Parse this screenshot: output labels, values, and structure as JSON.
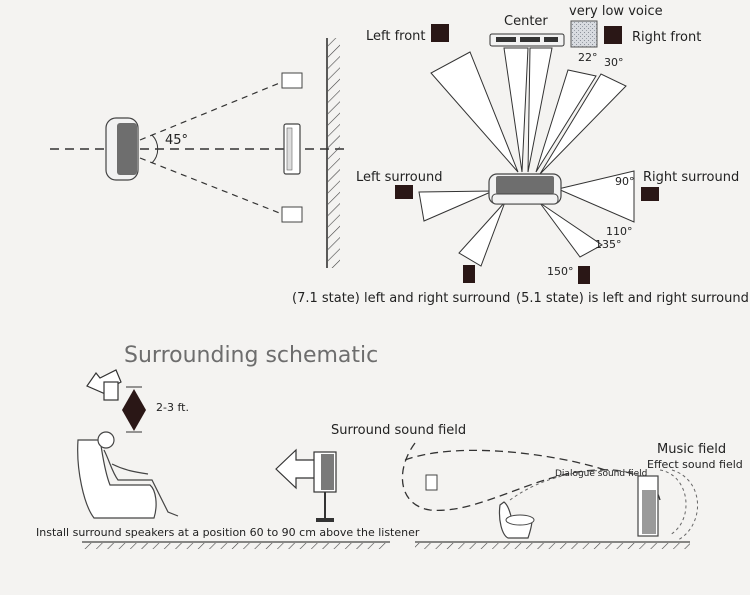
{
  "colors": {
    "background": "#f4f3f1",
    "line": "#333333",
    "speaker": "#2a1716",
    "cone_fill": "#ffffff",
    "title": "#6d6d6d"
  },
  "top_left": {
    "angle": "45°"
  },
  "top_right": {
    "left_front": "Left front",
    "center": "Center",
    "very_low_voice": "very low voice",
    "right_front": "Right front",
    "angle_22": "22°",
    "angle_30": "30°",
    "left_surround": "Left surround",
    "right_surround": "Right surround",
    "angle_90": "90°",
    "angle_110": "110°",
    "angle_135": "135°",
    "angle_150": "150°",
    "caption_71": "(7.1 state) left and right surround",
    "caption_51": "(5.1 state) is left and right surround"
  },
  "section_title": "Surrounding schematic",
  "bottom_left": {
    "height_label": "2-3 ft.",
    "caption": "Install surround speakers at a position 60 to 90 cm above the listener"
  },
  "bottom_right": {
    "surround_field": "Surround sound field",
    "music_field": "Music field",
    "effect_field": "Effect sound field",
    "dialogue_field": "Dialogue sound field"
  },
  "icons": [
    "speaker-icon",
    "sofa-icon",
    "tv-icon",
    "subwoofer-icon",
    "arrow-icon",
    "chair-icon"
  ]
}
